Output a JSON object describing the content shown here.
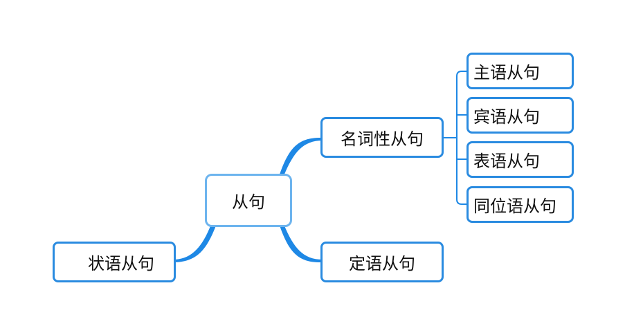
{
  "root": {
    "label": "从句"
  },
  "branches": {
    "adverbial": {
      "label": "状语从句"
    },
    "nominal": {
      "label": "名词性从句",
      "children": [
        {
          "label": "主语从句"
        },
        {
          "label": "宾语从句"
        },
        {
          "label": "表语从句"
        },
        {
          "label": "同位语从句"
        }
      ]
    },
    "attributive": {
      "label": "定语从句"
    }
  },
  "colors": {
    "branch_line": "#1e88e5",
    "node_border": "#2a8be0",
    "root_border": "#6db4ee",
    "text": "#111111"
  }
}
